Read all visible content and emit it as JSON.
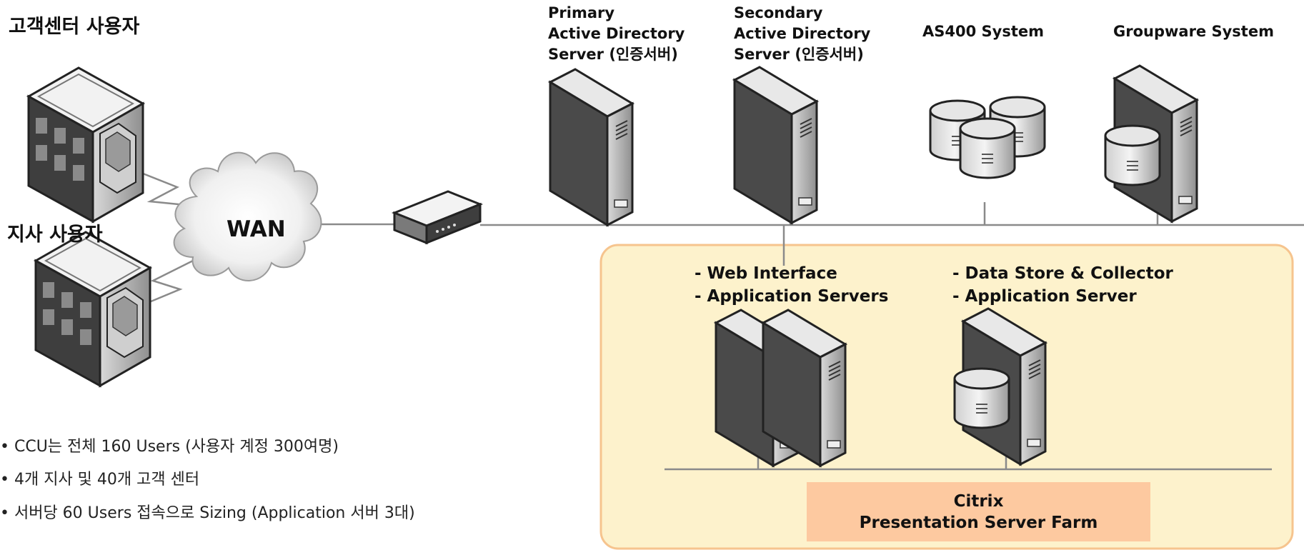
{
  "headings": {
    "customer_center_users": "고객센터 사용자",
    "branch_users": "지사 사용자"
  },
  "wan": {
    "label": "WAN"
  },
  "servers": {
    "primary_ad": {
      "lines": [
        "Primary",
        "Active Directory",
        "Server (인증서버)"
      ]
    },
    "secondary_ad": {
      "lines": [
        "Secondary",
        "Active Directory",
        "Server (인증서버)"
      ]
    },
    "as400": {
      "label": "AS400 System"
    },
    "groupware": {
      "label": "Groupware System"
    }
  },
  "farm": {
    "group1": [
      "- Web Interface",
      "- Application Servers"
    ],
    "group2": [
      "- Data Store & Collector",
      "- Application Server"
    ],
    "title_lines": [
      "Citrix",
      "Presentation Server Farm"
    ]
  },
  "notes": [
    "• CCU는 전체 160 Users (사용자 계정 300여명)",
    "• 4개 지사 및 40개 고객 센터",
    "• 서버당 60 Users 접속으로 Sizing (Application 서버 3대)"
  ],
  "colors": {
    "farm_background": "#fdf2cc",
    "farm_border": "#f6c48e",
    "farm_title_box": "#fdc9a0",
    "network_line": "#8a8a8a"
  }
}
